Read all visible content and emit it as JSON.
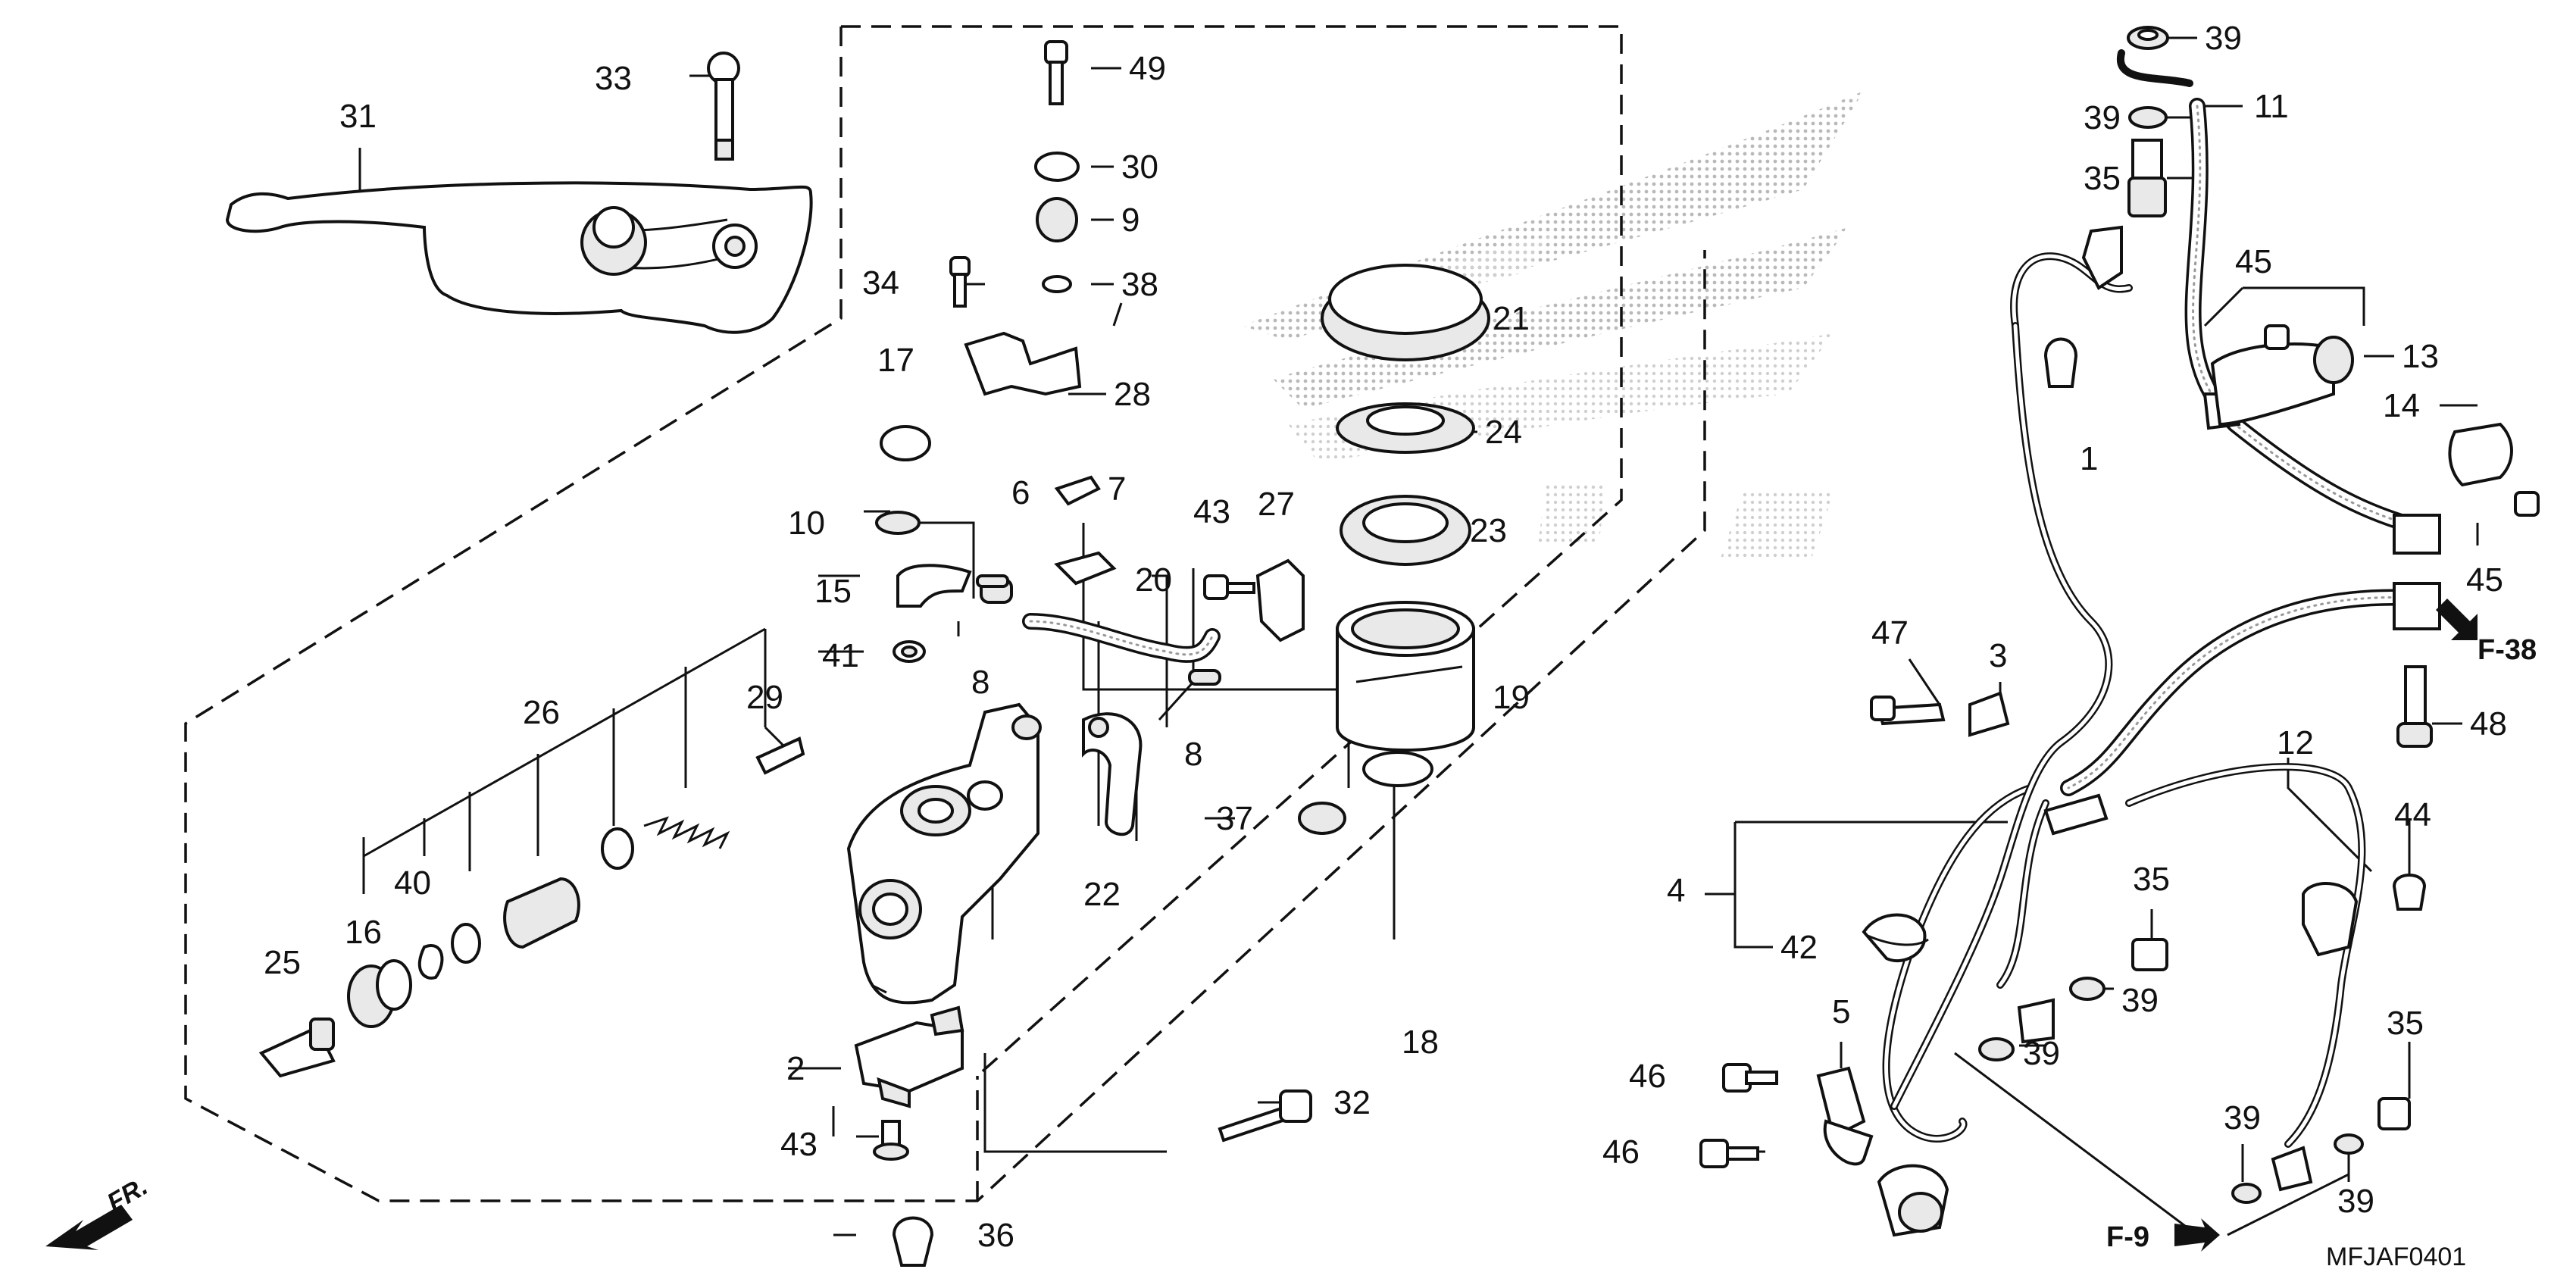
{
  "diagram": {
    "code": "MFJAF0401",
    "direction_label": "FR.",
    "ref_f38": "F-38",
    "ref_f9": "F-9"
  },
  "callouts": [
    {
      "id": "c31",
      "label": "31"
    },
    {
      "id": "c33",
      "label": "33"
    },
    {
      "id": "c49",
      "label": "49"
    },
    {
      "id": "c30",
      "label": "30"
    },
    {
      "id": "c9",
      "label": "9"
    },
    {
      "id": "c34",
      "label": "34"
    },
    {
      "id": "c38",
      "label": "38"
    },
    {
      "id": "c28",
      "label": "28"
    },
    {
      "id": "c17",
      "label": "17"
    },
    {
      "id": "c21",
      "label": "21"
    },
    {
      "id": "c24",
      "label": "24"
    },
    {
      "id": "c23",
      "label": "23"
    },
    {
      "id": "c10",
      "label": "10"
    },
    {
      "id": "c6",
      "label": "6"
    },
    {
      "id": "c7",
      "label": "7"
    },
    {
      "id": "c43a",
      "label": "43"
    },
    {
      "id": "c27",
      "label": "27"
    },
    {
      "id": "c15",
      "label": "15"
    },
    {
      "id": "c20",
      "label": "20"
    },
    {
      "id": "c41",
      "label": "41"
    },
    {
      "id": "c8a",
      "label": "8"
    },
    {
      "id": "c19",
      "label": "19"
    },
    {
      "id": "c8b",
      "label": "8"
    },
    {
      "id": "c26",
      "label": "26"
    },
    {
      "id": "c29",
      "label": "29"
    },
    {
      "id": "c40",
      "label": "40"
    },
    {
      "id": "c16",
      "label": "16"
    },
    {
      "id": "c25",
      "label": "25"
    },
    {
      "id": "c37",
      "label": "37"
    },
    {
      "id": "c22",
      "label": "22"
    },
    {
      "id": "c2",
      "label": "2"
    },
    {
      "id": "c18",
      "label": "18"
    },
    {
      "id": "c32",
      "label": "32"
    },
    {
      "id": "c43b",
      "label": "43"
    },
    {
      "id": "c36",
      "label": "36"
    },
    {
      "id": "c39a",
      "label": "39"
    },
    {
      "id": "c11",
      "label": "11"
    },
    {
      "id": "c39b",
      "label": "39"
    },
    {
      "id": "c35a",
      "label": "35"
    },
    {
      "id": "c45a",
      "label": "45"
    },
    {
      "id": "c13",
      "label": "13"
    },
    {
      "id": "c1",
      "label": "1"
    },
    {
      "id": "c14",
      "label": "14"
    },
    {
      "id": "c45b",
      "label": "45"
    },
    {
      "id": "c47",
      "label": "47"
    },
    {
      "id": "c3",
      "label": "3"
    },
    {
      "id": "c48",
      "label": "48"
    },
    {
      "id": "c12",
      "label": "12"
    },
    {
      "id": "c44",
      "label": "44"
    },
    {
      "id": "c4",
      "label": "4"
    },
    {
      "id": "c35b",
      "label": "35"
    },
    {
      "id": "c42",
      "label": "42"
    },
    {
      "id": "c39c",
      "label": "39"
    },
    {
      "id": "c39d",
      "label": "39"
    },
    {
      "id": "c5",
      "label": "5"
    },
    {
      "id": "c35c",
      "label": "35"
    },
    {
      "id": "c46a",
      "label": "46"
    },
    {
      "id": "c46b",
      "label": "46"
    },
    {
      "id": "c39e",
      "label": "39"
    },
    {
      "id": "c39f",
      "label": "39"
    }
  ]
}
